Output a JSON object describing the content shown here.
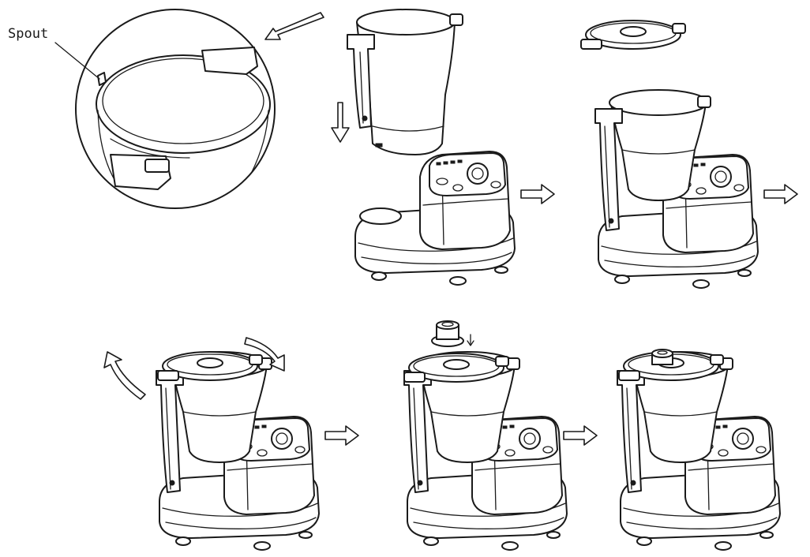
{
  "callout": {
    "spout_label": "Spout"
  },
  "steps": [
    {
      "name": "remove-jug-and-lid"
    },
    {
      "name": "place-jug-on-base"
    },
    {
      "name": "place-lid-on-jug"
    },
    {
      "name": "rotate-lid-to-lock"
    },
    {
      "name": "insert-measuring-cup"
    },
    {
      "name": "assembled-appliance"
    }
  ]
}
